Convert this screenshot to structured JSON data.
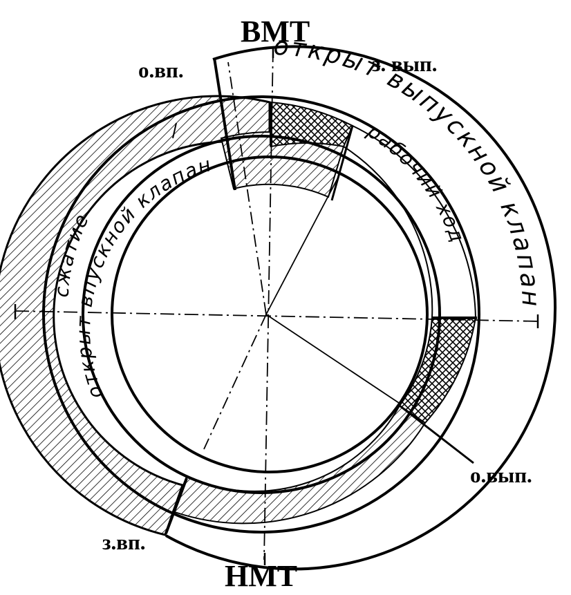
{
  "labels": {
    "tdc": "ВМТ",
    "bdc": "НМТ",
    "intake_open": "о.вп.",
    "intake_close": "з.вп.",
    "exhaust_open": "о.вып.",
    "exhaust_close": "з. вып."
  },
  "ring_text": {
    "intake_valve_open": "открыт впускной клапан",
    "compression": "сжатие",
    "power_stroke": "рабочий ход",
    "exhaust_valve_open": "открыт выпускной клапан"
  }
}
